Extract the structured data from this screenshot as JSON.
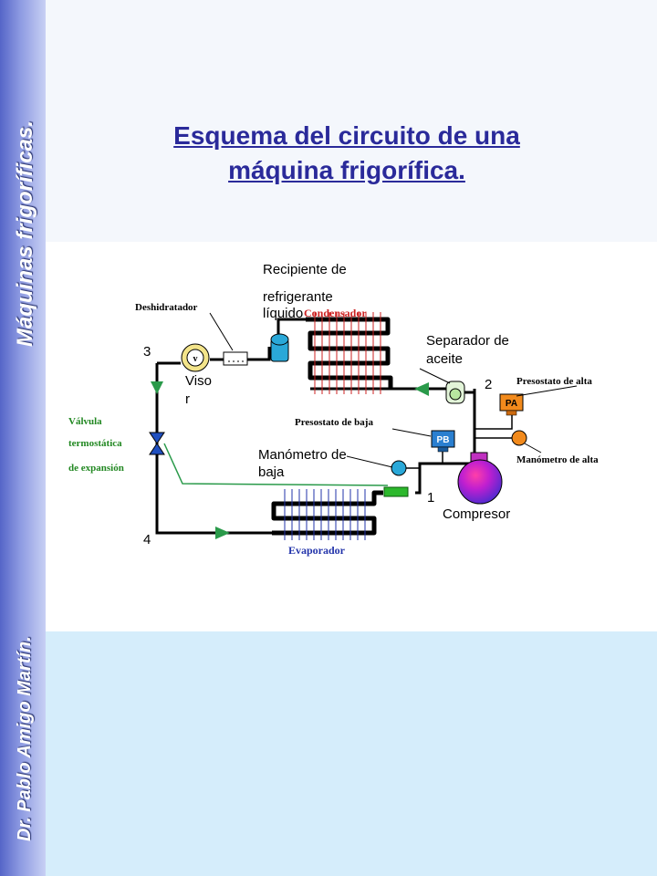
{
  "sidebar": {
    "title": "Máquinas frigoríficas.",
    "author": "Dr. Pablo Amigo Martín."
  },
  "title": {
    "line1": "Esquema del circuito de una",
    "line2": "máquina frigorífica."
  },
  "diagram": {
    "labels": {
      "recipiente_1": "Recipiente de",
      "recipiente_2": "refrigerante",
      "recipiente_3": "líquido",
      "condensador": "Condensador",
      "deshidratador": "Deshidratador",
      "separador_1": "Separador de",
      "separador_2": "aceite",
      "visor_1": "Viso",
      "visor_2": "r",
      "presostato_alta": "Presostato de alta",
      "presostato_baja": "Presostato de baja",
      "valvula_1": "Válvula",
      "valvula_2": "termostática",
      "valvula_3": "de expansión",
      "manometro_baja_1": "Manómetro de",
      "manometro_baja_2": "baja",
      "manometro_alta": "Manómetro de alta",
      "compresor": "Compresor",
      "evaporador": "Evaporador",
      "pa": "PA",
      "pb": "PB",
      "visor_v": "v"
    },
    "points": [
      "1",
      "2",
      "3",
      "4"
    ],
    "colors": {
      "title": "#2a2a9a",
      "condensador_label": "#cc2222",
      "evaporador_label": "#2233aa",
      "valvula_label": "#228822",
      "arrow": "#2a9a4a",
      "pipe": "#000000"
    }
  }
}
